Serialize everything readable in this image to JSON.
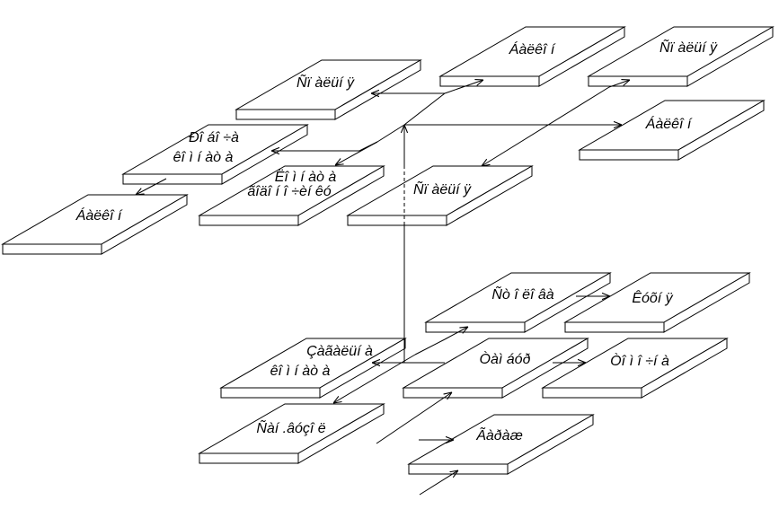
{
  "diagram": {
    "nodes": [
      {
        "id": "node-1",
        "lines": [
          "Ñï àëüí ÿ"
        ]
      },
      {
        "id": "node-2",
        "lines": [
          "Áàëêî í"
        ]
      },
      {
        "id": "node-3",
        "lines": [
          "Ñï àëüí ÿ"
        ]
      },
      {
        "id": "node-4",
        "lines": [
          "Ðî áî ÷à",
          "êî ì í àò à"
        ]
      },
      {
        "id": "node-5",
        "lines": [
          "Áàëêî í"
        ]
      },
      {
        "id": "node-6",
        "lines": [
          "Áàëêî í"
        ]
      },
      {
        "id": "node-7",
        "lines": [
          "Ëî ì í àò à",
          "ãîäî í î ÷èí êó"
        ]
      },
      {
        "id": "node-8",
        "lines": [
          "Ñï àëüí ÿ"
        ]
      },
      {
        "id": "node-9",
        "lines": [
          "Ñò î ëî âà"
        ]
      },
      {
        "id": "node-10",
        "lines": [
          "Êóõí ÿ"
        ]
      },
      {
        "id": "node-11",
        "lines": [
          "Çàãàëüí à",
          "êî ì í àò à"
        ]
      },
      {
        "id": "node-12",
        "lines": [
          "Òàì áóð"
        ]
      },
      {
        "id": "node-13",
        "lines": [
          "Òî ì î ÷í à"
        ]
      },
      {
        "id": "node-14",
        "lines": [
          "Ñàí .âóçî ë"
        ]
      },
      {
        "id": "node-15",
        "lines": [
          "Ãàðàæ"
        ]
      }
    ]
  }
}
